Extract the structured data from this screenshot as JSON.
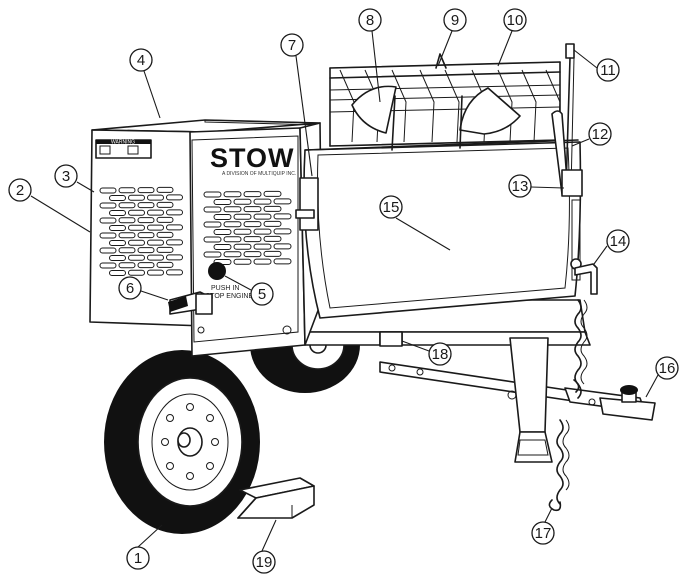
{
  "diagram": {
    "brand_name": "STOW",
    "brand_tagline": "A DIVISION OF MULTIQUIP INC.",
    "warning_label": "WARNING",
    "stop_button_text_line1": "PUSH IN",
    "stop_button_text_line2": "TO STOP ENGINE",
    "callouts": [
      {
        "number": "1"
      },
      {
        "number": "2"
      },
      {
        "number": "3"
      },
      {
        "number": "4"
      },
      {
        "number": "5"
      },
      {
        "number": "6"
      },
      {
        "number": "7"
      },
      {
        "number": "8"
      },
      {
        "number": "9"
      },
      {
        "number": "10"
      },
      {
        "number": "11"
      },
      {
        "number": "12"
      },
      {
        "number": "13"
      },
      {
        "number": "14"
      },
      {
        "number": "15"
      },
      {
        "number": "16"
      },
      {
        "number": "17"
      },
      {
        "number": "18"
      },
      {
        "number": "19"
      }
    ]
  }
}
